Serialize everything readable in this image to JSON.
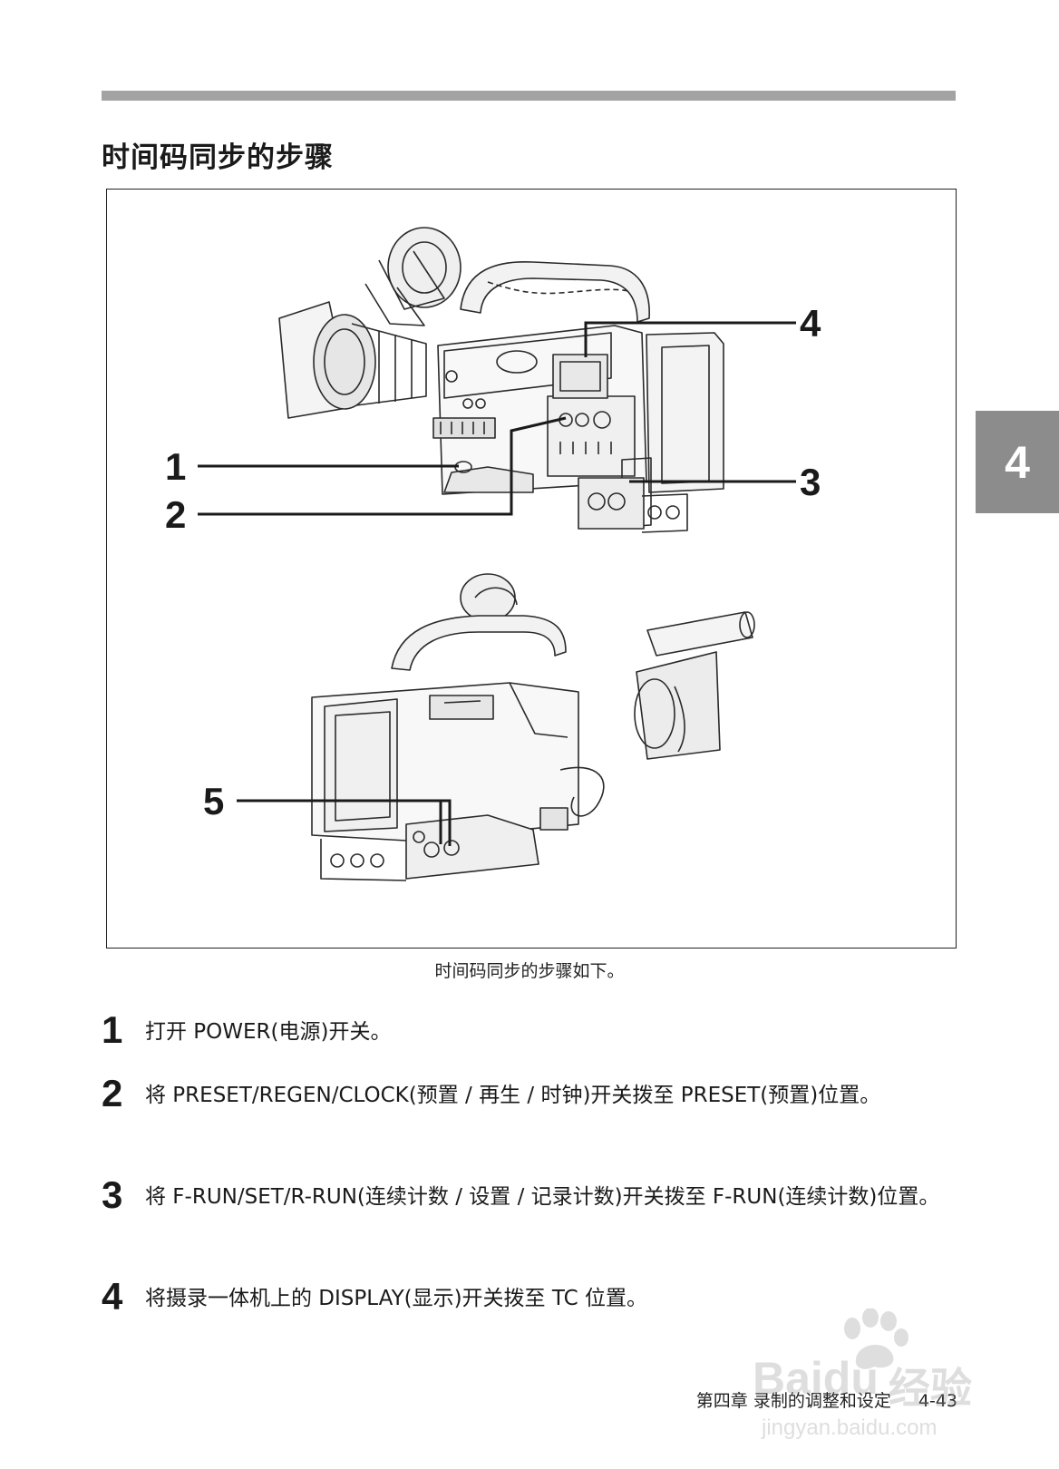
{
  "title": "时间码同步的步骤",
  "chapter_tab": "4",
  "figure": {
    "callouts": [
      "1",
      "2",
      "3",
      "4",
      "5"
    ],
    "caption": "时间码同步的步骤如下。"
  },
  "steps": [
    {
      "num": "1",
      "text": "打开 POWER(电源)开关。"
    },
    {
      "num": "2",
      "text": "将 PRESET/REGEN/CLOCK(预置 / 再生 / 时钟)开关拨至 PRESET(预置)位置。"
    },
    {
      "num": "3",
      "text": "将 F-RUN/SET/R-RUN(连续计数 / 设置 / 记录计数)开关拨至 F-RUN(连续计数)位置。"
    },
    {
      "num": "4",
      "text": "将摄录一体机上的 DISPLAY(显示)开关拨至 TC 位置。"
    }
  ],
  "footer": {
    "chapter": "第四章  录制的调整和设定",
    "page": "4-43"
  },
  "watermark": {
    "brand": "Baidu",
    "brand_cn": "经验",
    "url": "jingyan.baidu.com"
  }
}
